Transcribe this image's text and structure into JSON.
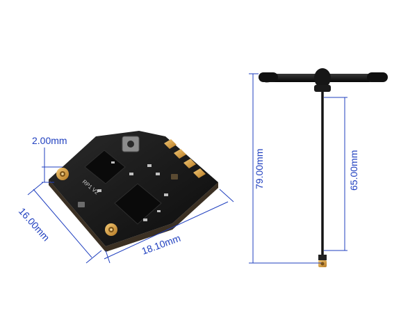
{
  "colors": {
    "dimension": "#1f3fbf",
    "board": "#161616",
    "pad_gold": "#d9a441",
    "antenna_black": "#101010",
    "connector_brass": "#c98a3a"
  },
  "board": {
    "silkscreen": "RP1 V2",
    "dims": {
      "connector_height": "2.00mm",
      "width": "16.00mm",
      "length": "18.10mm"
    }
  },
  "antenna": {
    "dims": {
      "total_length": "79.00mm",
      "cable_length": "65.00mm"
    }
  }
}
